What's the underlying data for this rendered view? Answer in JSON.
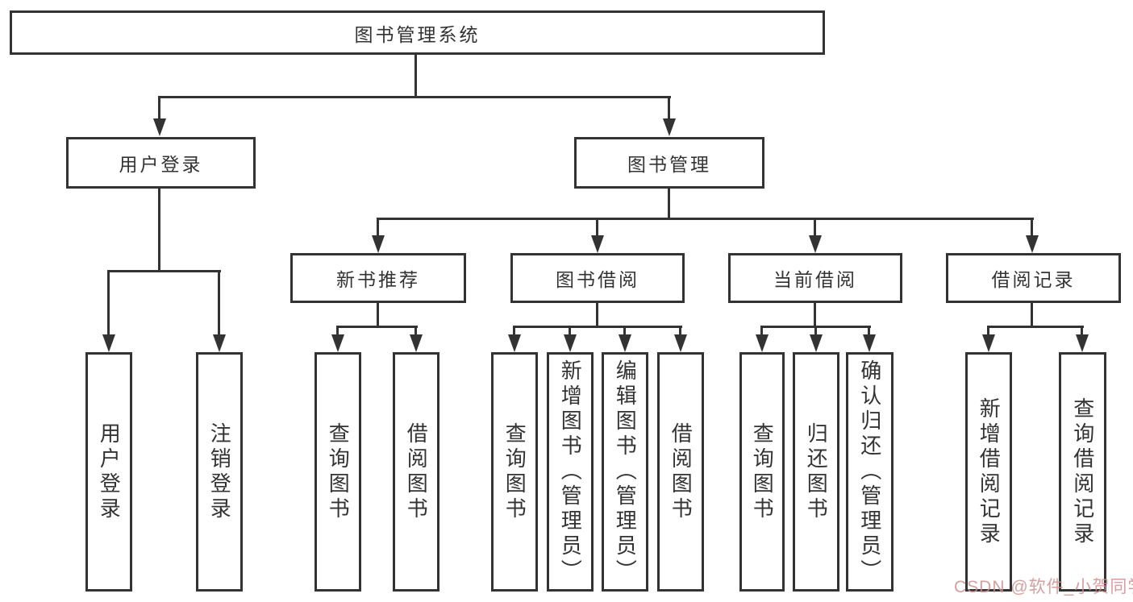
{
  "diagram": {
    "root": {
      "label": "图书管理系统"
    },
    "branches": [
      {
        "label": "用户登录",
        "children": [
          {
            "label": "用户登录"
          },
          {
            "label": "注销登录"
          }
        ]
      },
      {
        "label": "图书管理",
        "children": [
          {
            "label": "新书推荐",
            "children": [
              {
                "label": "查询图书"
              },
              {
                "label": "借阅图书"
              }
            ]
          },
          {
            "label": "图书借阅",
            "children": [
              {
                "label": "查询图书"
              },
              {
                "label": "新增图书（管理员）"
              },
              {
                "label": "编辑图书（管理员）"
              },
              {
                "label": "借阅图书"
              }
            ]
          },
          {
            "label": "当前借阅",
            "children": [
              {
                "label": "查询图书"
              },
              {
                "label": "归还图书"
              },
              {
                "label": "确认归还（管理员）"
              }
            ]
          },
          {
            "label": "借阅记录",
            "children": [
              {
                "label": "新增借阅记录"
              },
              {
                "label": "查询借阅记录"
              }
            ]
          }
        ]
      }
    ]
  },
  "watermark": {
    "text": "CSDN @软件_小贺同学"
  },
  "colors": {
    "line": "#333333",
    "text": "#333333",
    "watermark": "#cf8e8e",
    "background": "#ffffff"
  }
}
